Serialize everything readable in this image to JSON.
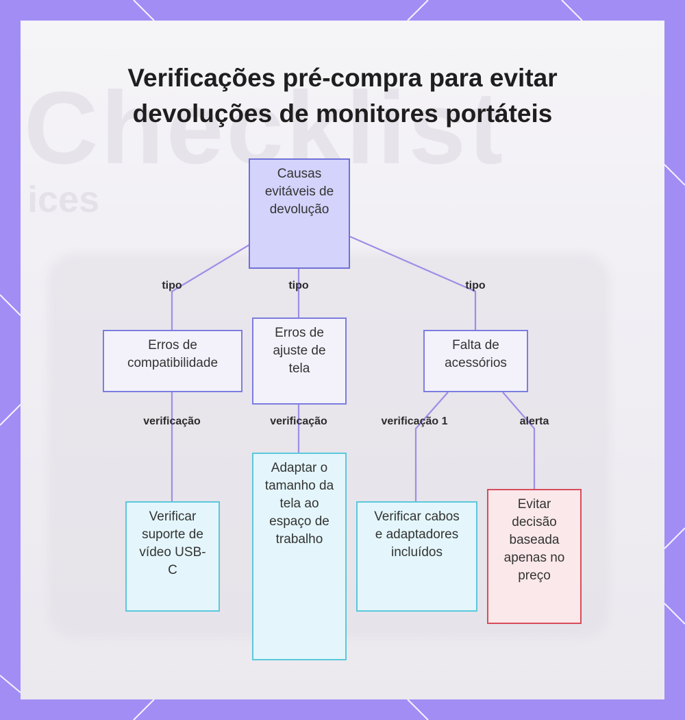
{
  "diagram": {
    "title_line1": "Verificações pré-compra para evitar",
    "title_line2": "devoluções de monitores portáteis",
    "nodes": {
      "root": "Causas evitáveis de devolução",
      "compat": "Erros de compatibilidade",
      "ajuste": "Erros de ajuste de tela",
      "acessorios": "Falta de acessórios",
      "usbc": "Verificar suporte de vídeo USB-C",
      "adaptar": "Adaptar o tamanho da tela ao espaço de trabalho",
      "cabos": "Verificar cabos e adaptadores incluídos",
      "preco": "Evitar decisão baseada apenas no preço"
    },
    "edge_labels": {
      "tipo": "tipo",
      "verificacao": "verificação",
      "verificacao_1": "verificação 1",
      "alerta": "alerta"
    },
    "colors": {
      "frame": "#a28df5",
      "edge": "#a08ce6",
      "root_fill": "#d4d3fb",
      "action_border": "#5ac8dc",
      "warning_border": "#d84c5a"
    }
  }
}
